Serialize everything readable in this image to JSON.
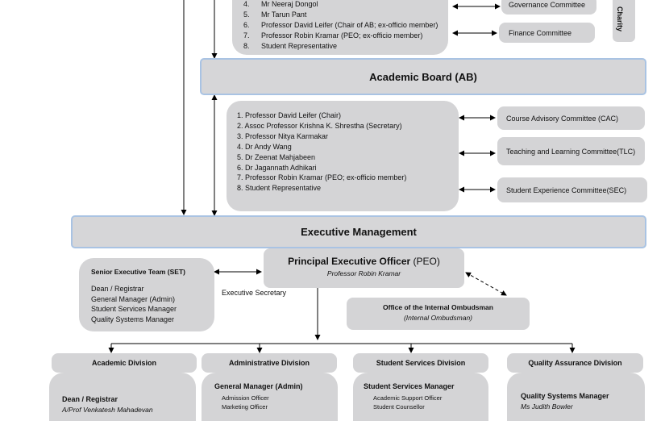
{
  "top_list": {
    "items": [
      {
        "num": "4.",
        "name": "Mr Neeraj Dongol"
      },
      {
        "num": "5.",
        "name": "Mr Tarun Pant"
      },
      {
        "num": "6.",
        "name": "Professor David Leifer (Chair of AB; ex-officio member)"
      },
      {
        "num": "7.",
        "name": "Professor Robin Kramar (PEO; ex-officio member)"
      },
      {
        "num": "8.",
        "name": "Student Representative"
      }
    ]
  },
  "governance_committee": "Governance Committee",
  "finance_committee": "Finance Committee",
  "charity": "Charity",
  "academic_board": "Academic  Board (AB)",
  "ab_members": [
    "1. Professor David Leifer (Chair)",
    "2. Assoc Professor Krishna K. Shrestha (Secretary)",
    "3. Professor Nitya Karmakar",
    "4. Dr Andy Wang",
    "5. Dr Zeenat Mahjabeen",
    "6. Dr Jagannath Adhikari",
    "7. Professor Robin Kramar (PEO; ex-officio member)",
    "8. Student Representative"
  ],
  "ab_committees": [
    "Course Advisory Committee (CAC)",
    "Teaching and Learning Committee(TLC)",
    "Student Experience Committee(SEC)"
  ],
  "executive_management": "Executive Management",
  "peo": {
    "title": "Principal Executive Officer",
    "abbr": "(PEO)",
    "name": "Professor Robin Kramar"
  },
  "set": {
    "title": "Senior Executive Team (SET)",
    "members": [
      "Dean / Registrar",
      "General Manager (Admin)",
      "Student Services Manager",
      "Quality Systems Manager"
    ]
  },
  "executive_secretary": "Executive Secretary",
  "ombudsman": {
    "title": "Office of the Internal Ombudsman",
    "sub": "(Internal Ombudsman)"
  },
  "divisions": [
    {
      "name": "Academic Division"
    },
    {
      "name": "Administrative Division"
    },
    {
      "name": "Student Services Division"
    },
    {
      "name": "Quality Assurance Division"
    }
  ],
  "academic_div": {
    "head": "Dean / Registrar",
    "person": "A/Prof Venkatesh Mahadevan"
  },
  "admin_div": {
    "head": "General Manager (Admin)",
    "staff": [
      "Admission Officer",
      "Marketing Officer"
    ]
  },
  "student_div": {
    "head": "Student Services Manager",
    "staff": [
      "Academic Support Officer",
      "Student Counsellor"
    ]
  },
  "qa_div": {
    "head": "Quality Systems Manager",
    "person": "Ms Judith Bowler"
  }
}
